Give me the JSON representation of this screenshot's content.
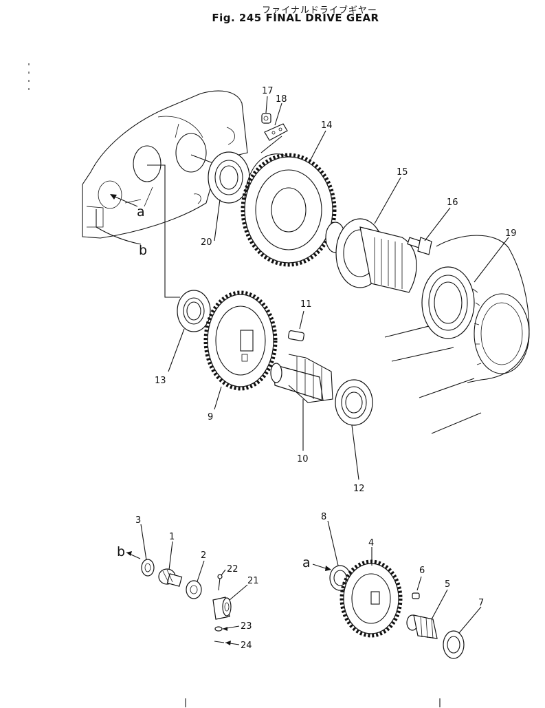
{
  "title": {
    "japanese": "ファイナルドライブギヤー",
    "english": "Fig. 245 FINAL DRIVE GEAR"
  },
  "callouts": {
    "n1": "1",
    "n2": "2",
    "n3": "3",
    "n4": "4",
    "n5": "5",
    "n6": "6",
    "n7": "7",
    "n8": "8",
    "n9": "9",
    "n10": "10",
    "n11": "11",
    "n12": "12",
    "n13": "13",
    "n14": "14",
    "n15": "15",
    "n16": "16",
    "n17": "17",
    "n18": "18",
    "n19": "19",
    "n20": "20",
    "n21": "21",
    "n22": "22",
    "n23": "23",
    "n24": "24"
  },
  "reference_letters": {
    "a_housing": "a",
    "b_housing": "b",
    "a_detail": "a",
    "b_detail": "b"
  }
}
